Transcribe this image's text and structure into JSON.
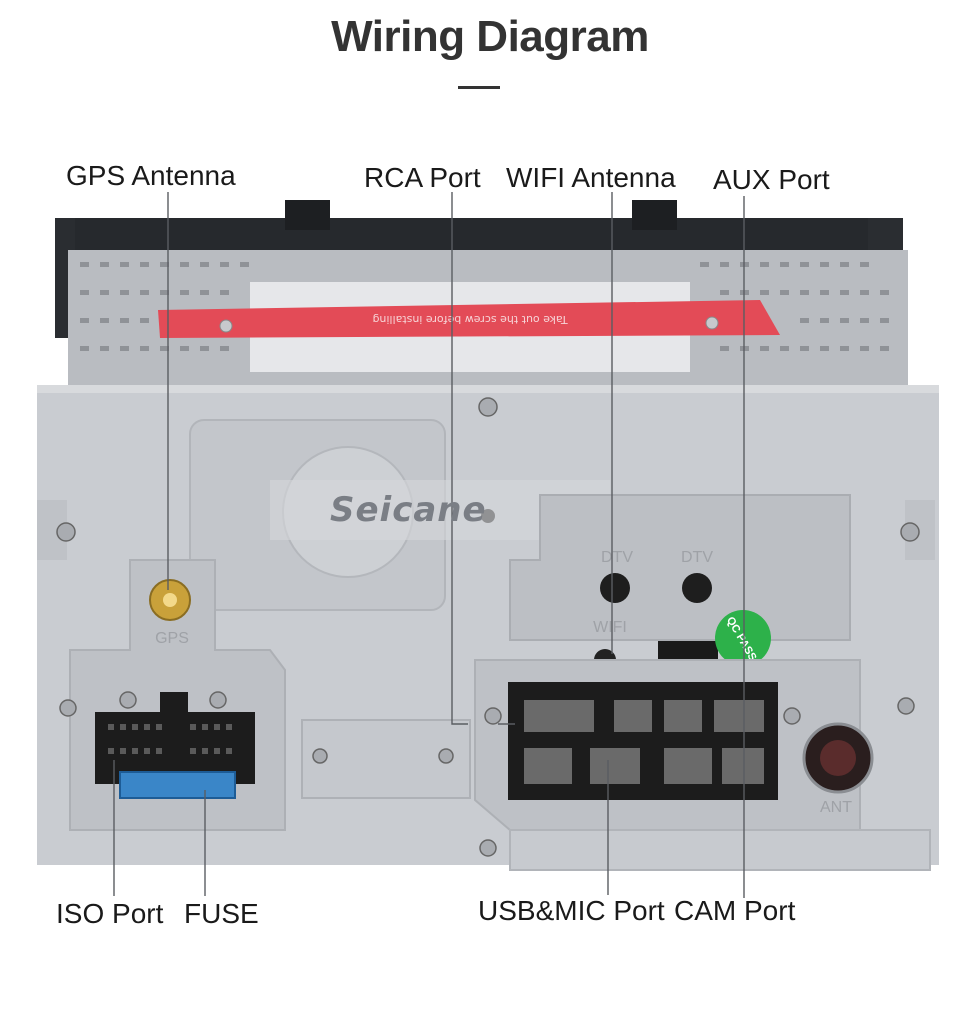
{
  "title": "Wiring Diagram",
  "watermark": "Seicane",
  "sticker_text": "Take out the screw before installing",
  "callouts": {
    "gps_antenna": "GPS Antenna",
    "rca_port": "RCA Port",
    "wifi_antenna": "WIFI Antenna",
    "aux_port": "AUX Port",
    "iso_port": "ISO Port",
    "fuse": "FUSE",
    "usb_mic_port": "USB&MIC Port",
    "cam_port": "CAM Port"
  },
  "panel_labels": {
    "gps": "GPS",
    "dtv_left": "DTV",
    "dtv_right": "DTV",
    "wifi": "WIFI",
    "ant": "ANT",
    "qc_pass": "QC PASS"
  },
  "colors": {
    "chassis": "#c9ccd1",
    "panel": "#c4c7cc",
    "sticker": "#e34b57",
    "connector": "#1c1c1c",
    "gps_jack": "#c9a13a",
    "fuse": "#3a86c8",
    "qc_badge": "#2db14a"
  }
}
